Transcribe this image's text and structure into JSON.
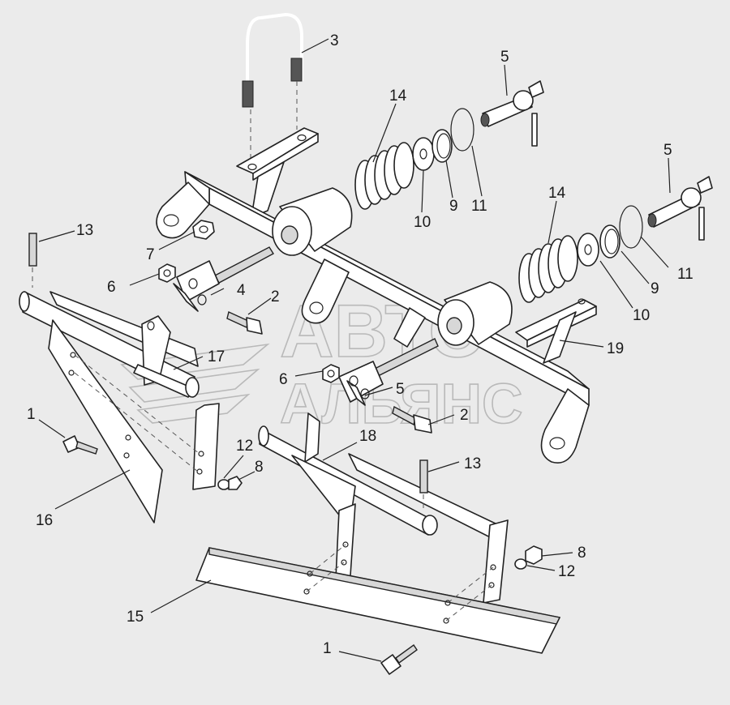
{
  "watermark": {
    "line1": "АВТО",
    "line2": "АЛЬЯНС"
  },
  "callouts": [
    {
      "id": "c3",
      "text": "3"
    },
    {
      "id": "c14a",
      "text": "14"
    },
    {
      "id": "c5a",
      "text": "5"
    },
    {
      "id": "c5b",
      "text": "5"
    },
    {
      "id": "c13a",
      "text": "13"
    },
    {
      "id": "c7",
      "text": "7"
    },
    {
      "id": "c10a",
      "text": "10"
    },
    {
      "id": "c9a",
      "text": "9"
    },
    {
      "id": "c11a",
      "text": "11"
    },
    {
      "id": "c14b",
      "text": "14"
    },
    {
      "id": "c6a",
      "text": "6"
    },
    {
      "id": "c4",
      "text": "4"
    },
    {
      "id": "c2a",
      "text": "2"
    },
    {
      "id": "c11b",
      "text": "11"
    },
    {
      "id": "c9b",
      "text": "9"
    },
    {
      "id": "c10b",
      "text": "10"
    },
    {
      "id": "c19",
      "text": "19"
    },
    {
      "id": "c17",
      "text": "17"
    },
    {
      "id": "c6b",
      "text": "6"
    },
    {
      "id": "c5c",
      "text": "5"
    },
    {
      "id": "c2b",
      "text": "2"
    },
    {
      "id": "c1a",
      "text": "1"
    },
    {
      "id": "c12a",
      "text": "12"
    },
    {
      "id": "c8a",
      "text": "8"
    },
    {
      "id": "c18",
      "text": "18"
    },
    {
      "id": "c13b",
      "text": "13"
    },
    {
      "id": "c16",
      "text": "16"
    },
    {
      "id": "c8b",
      "text": "8"
    },
    {
      "id": "c12b",
      "text": "12"
    },
    {
      "id": "c15",
      "text": "15"
    },
    {
      "id": "c1b",
      "text": "1"
    }
  ]
}
